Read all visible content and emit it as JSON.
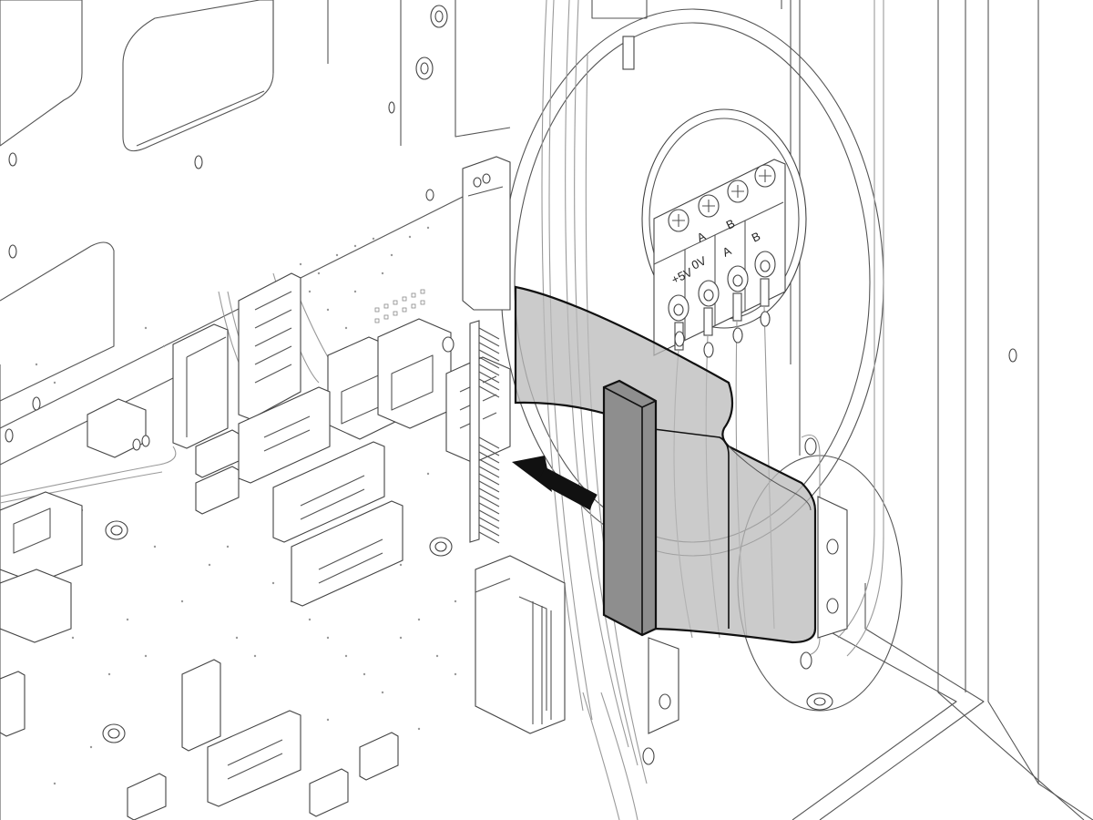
{
  "terminal_block": {
    "labels": [
      "+5V",
      "0V",
      "A",
      "B"
    ],
    "top_labels": [
      "A",
      "B"
    ]
  },
  "colors": {
    "ribbon_cable": "#b9b9b9",
    "connector_plug": "#8e8e8e",
    "arrow": "#111111",
    "line_art": "#555555"
  },
  "icons": [
    "arrow-left-icon",
    "screw-icon",
    "ring-terminal-icon"
  ]
}
